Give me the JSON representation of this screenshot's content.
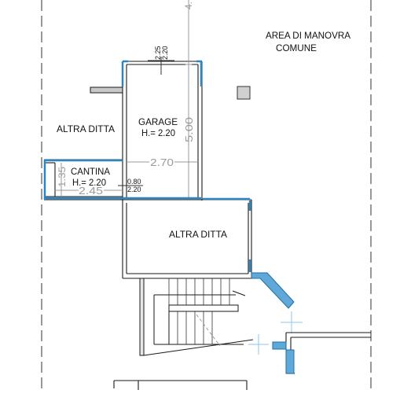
{
  "plan": {
    "labels": {
      "common_area_line1": "AREA DI MANOVRA",
      "common_area_line2": "COMUNE",
      "garage_name": "GARAGE",
      "garage_height": "H.= 2.20",
      "cellar_name": "CANTINA",
      "cellar_height": "H.= 2.20",
      "other_company_left": "ALTRA DITTA",
      "other_company_center": "ALTRA DITTA"
    },
    "dimensions": {
      "garage_length": "5.00",
      "garage_width": "2.70",
      "cellar_width": "2.45",
      "cellar_depth": "1.35",
      "door_width_top": "2.25",
      "door_height_top": "2.20",
      "door_width_cellar": "0.80",
      "door_height_cellar": "2.20",
      "top_partial": "4."
    },
    "colors": {
      "wall": "#1a1a1a",
      "opening": "#2e86c1",
      "dimension": "#9a9a9a",
      "dash": "#444444"
    }
  }
}
